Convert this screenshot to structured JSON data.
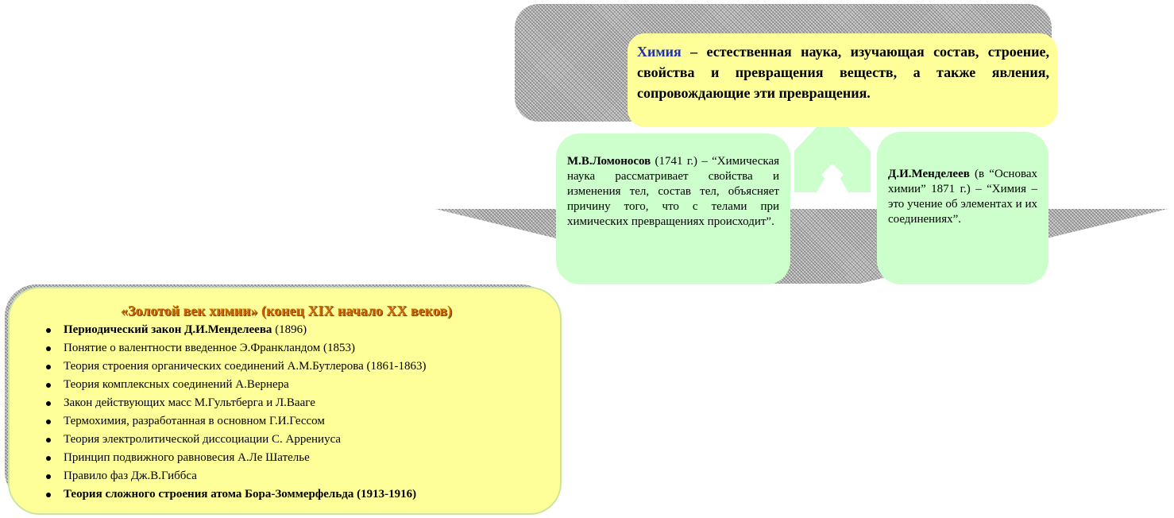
{
  "definition": {
    "term": "Химия",
    "text": " – естественная наука, изучающая состав, строение, свойства и превращения веществ, а также явления, сопровождающие эти превращения."
  },
  "lomonosov": {
    "author": "М.В.Ломоносов",
    "text": " (1741 г.) – “Химическая наука рассматривает свойства и изменения тел, состав тел, объясняет причину того, что с телами при химических превращениях происходит”."
  },
  "mendeleev": {
    "author": "Д.И.Менделеев",
    "text": " (в “Основах химии” 1871 г.) – “Химия – это учение об элементах и их соединениях”."
  },
  "golden_age": {
    "title": "«Золотой век химии» (конец XIX  начало  XX веков)",
    "items": [
      {
        "bold": "Периодический закон Д.И.Менделеева",
        "rest": " (1896)"
      },
      {
        "bold": "",
        "rest": "Понятие о валентности введенное Э.Франкландом (1853)"
      },
      {
        "bold": "",
        "rest": "Теория строения органических соединений А.М.Бутлерова (1861-1863)"
      },
      {
        "bold": "",
        "rest": "Теория комплексных соединений А.Вернера"
      },
      {
        "bold": "",
        "rest": "Закон действующих масс М.Гультберга и  Л.Вааге"
      },
      {
        "bold": "",
        "rest": "Термохимия, разработанная в основном Г.И.Гессом"
      },
      {
        "bold": "",
        "rest": "Теория электролитической диссоциации С. Аррениуса"
      },
      {
        "bold": "",
        "rest": "Принцип подвижного равновесия А.Ле Шателье"
      },
      {
        "bold": "",
        "rest": "Правило фаз Дж.В.Гиббса"
      },
      {
        "bold": "Теория сложного строения атома Бора-Зоммерфельда (1913-1916)",
        "rest": ""
      }
    ]
  },
  "colors": {
    "yellow_box": "#ffff99",
    "green_box": "#ccffcc",
    "term": "#1f2fb0",
    "title": "#cc6600"
  }
}
